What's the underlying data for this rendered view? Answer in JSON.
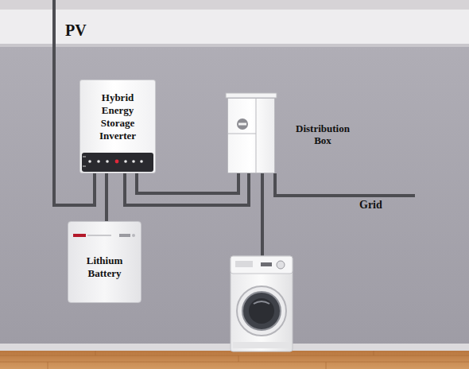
{
  "diagram": {
    "nodes": [
      {
        "text": [
          "Hybrid Energy Storage Inverter"
        ]
      },
      {
        "text": [
          "Distribution Box"
        ]
      },
      {
        "text": [
          "Lithium Battery"
        ]
      }
    ],
    "edges": [
      {
        "from": 0,
        "to": 2,
        "arrow": "none"
      },
      {
        "from": 0,
        "to": 1,
        "arrow": "none"
      },
      {
        "from": 0,
        "to": 1,
        "arrow": "none"
      }
    ],
    "labels": [
      "PV",
      "Grid"
    ]
  }
}
